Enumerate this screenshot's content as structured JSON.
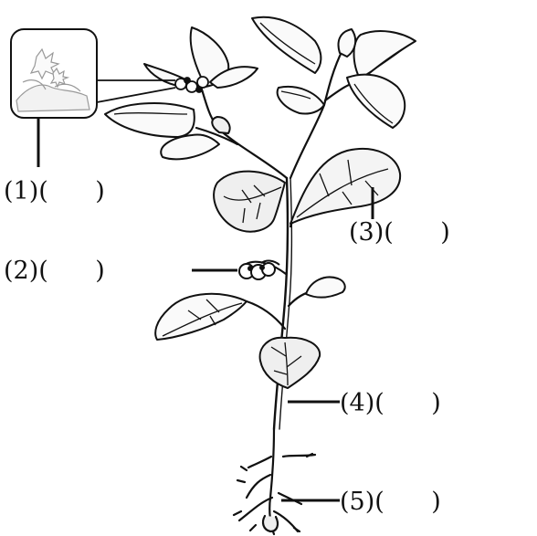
{
  "labels": [
    {
      "id": "l1",
      "text": "(1)(      )"
    },
    {
      "id": "l2",
      "text": "(2)(      )"
    },
    {
      "id": "l3",
      "text": "(3)(      )"
    },
    {
      "id": "l4",
      "text": "(4)(      )"
    },
    {
      "id": "l5",
      "text": "(5)(      )"
    }
  ],
  "colors": {
    "line": "#111111",
    "leaf_fill": "#efefef",
    "white": "#ffffff"
  }
}
